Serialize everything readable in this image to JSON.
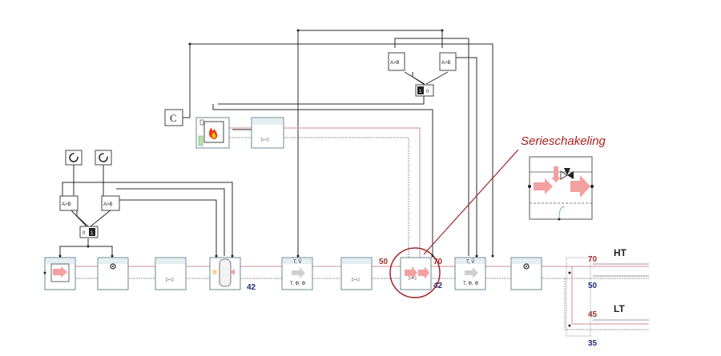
{
  "callout": {
    "label": "Serieschakeling",
    "color": "#b01e1e"
  },
  "controller_c": {
    "label": "C"
  },
  "comparators": {
    "top_left": "A>B",
    "top_right": "A>B",
    "mid_left": "A>B",
    "mid_right": "A>B"
  },
  "selectors": {
    "top": {
      "left": "1",
      "right": "0"
    },
    "mid": {
      "left": "0",
      "right": "1"
    }
  },
  "valve_modules": {
    "left_label": "T, Ṽ",
    "left_label2": "T, Φ, Φ",
    "right_label": "T, Ṽ",
    "right_label2": "T, Φ, Φ"
  },
  "temperatures": {
    "tank_return": "42",
    "mixer_in_supply": "50",
    "mixer_out_supply": "70",
    "mixer_return": "42",
    "ht_supply": "70",
    "ht_return": "50",
    "lt_supply": "45",
    "lt_return": "35"
  },
  "circuits": {
    "high": "HT",
    "low": "LT"
  },
  "colors": {
    "supply": "#a0312c",
    "return": "#1f2e7a",
    "pipe_supply": "#d9a3a3"
  }
}
